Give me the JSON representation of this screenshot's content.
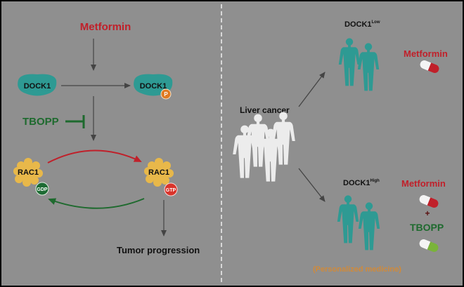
{
  "colors": {
    "background": "#8f8f8f",
    "border": "#000000",
    "drug_red": "#c0202a",
    "inhibitor_green": "#1e6a2e",
    "teal": "#2e9a93",
    "rac_yellow": "#e8b84a",
    "gdp_green": "#1d6b33",
    "gtp_red": "#d9342b",
    "phospho_orange": "#e07a22",
    "personalized_orange": "#d08a3a",
    "arrow_gray": "#444444",
    "divider": "#f0f0f0"
  },
  "left_panel": {
    "metformin": "Metformin",
    "dock1_left": "DOCK1",
    "dock1_right": "DOCK1",
    "phospho_badge": "P",
    "tbopp": "TBOPP",
    "rac1_left": "RAC1",
    "rac1_right": "RAC1",
    "gdp_badge": "GDP",
    "gtp_badge": "GTP",
    "tumor": "Tumor progression"
  },
  "right_panel": {
    "liver_cancer": "Liver cancer",
    "dock1_low_base": "DOCK1",
    "dock1_low_sup": "Low",
    "dock1_high_base": "DOCK1",
    "dock1_high_sup": "High",
    "metformin_top": "Metformin",
    "metformin_bottom": "Metformin",
    "plus": "+",
    "tbopp": "TBOPP",
    "personalized": "(Personalized medicine)"
  },
  "icons": [
    "human-figure-icon",
    "capsule-icon",
    "arrow-icon",
    "inhibition-bar-icon"
  ]
}
